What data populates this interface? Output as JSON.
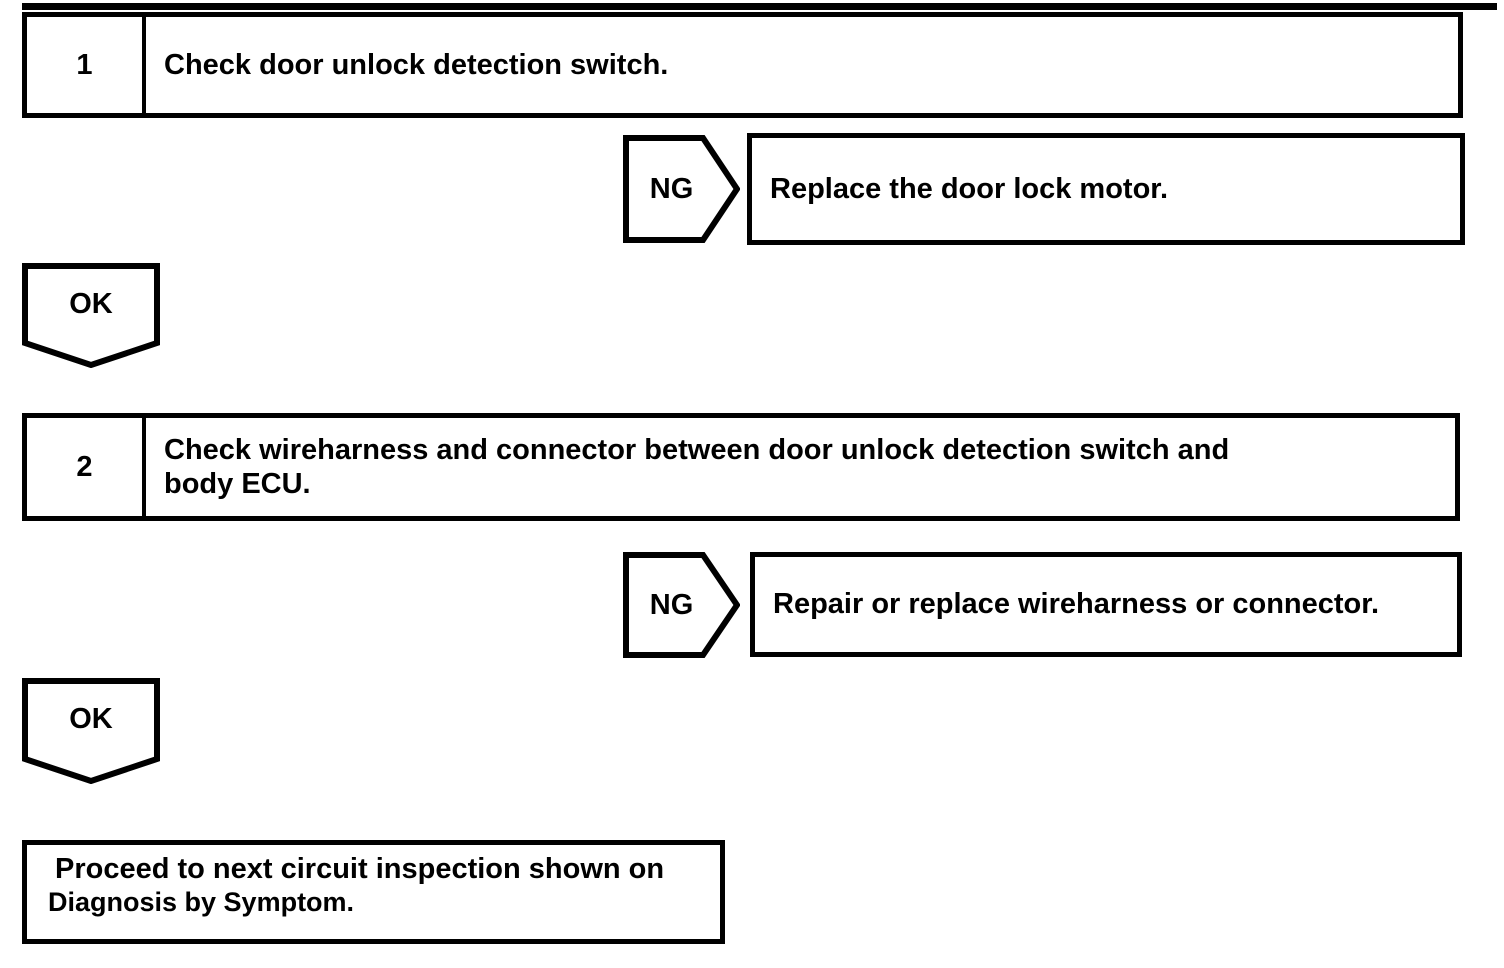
{
  "palette": {
    "ink": "#000000",
    "paper": "#ffffff"
  },
  "flowchart": {
    "steps": [
      {
        "number": "1",
        "instruction": "Check door unlock detection switch.",
        "ng_label": "NG",
        "ng_action": "Replace the door lock motor.",
        "ok_label": "OK"
      },
      {
        "number": "2",
        "instruction_line1": "Check wireharness and connector between door unlock detection switch and",
        "instruction_line2": "body ECU.",
        "ng_label": "NG",
        "ng_action": "Repair or replace wireharness or connector.",
        "ok_label": "OK"
      }
    ],
    "terminal": {
      "line1": "Proceed to next circuit inspection shown on",
      "line2": "Diagnosis by Symptom."
    }
  }
}
